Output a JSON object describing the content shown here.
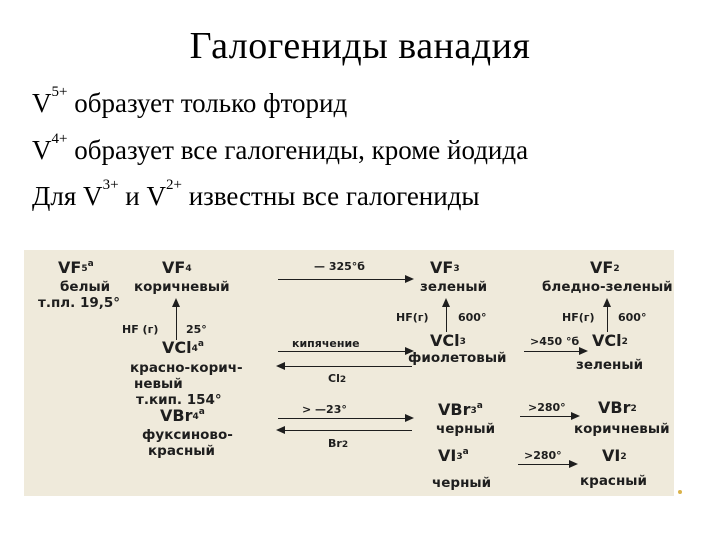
{
  "title": "Галогениды ванадия",
  "lines": [
    {
      "pre": "V",
      "sup": "5+",
      "text": " образует только фторид"
    },
    {
      "pre": "V",
      "sup": "4+",
      "text": " образует все галогениды, кроме йодида"
    },
    {
      "pre": "Для V",
      "sup": "3+",
      "mid": " и V",
      "sup2": "2+",
      "text": " известны все галогениды"
    }
  ],
  "scheme": {
    "vf5": {
      "f": "VF",
      "sub": "5",
      "sup": "a",
      "color": "белый",
      "tpl": "т.пл. 19,5°"
    },
    "vf4": {
      "f": "VF",
      "sub": "4",
      "color": "коричневый"
    },
    "vf3": {
      "f": "VF",
      "sub": "3",
      "color": "зеленый"
    },
    "vf2": {
      "f": "VF",
      "sub": "2",
      "color": "бледно-зеленый"
    },
    "arrow_vf4_vf3": "— 325°б",
    "hf_25": "HF (г)",
    "deg_25": "25°",
    "vcl4": {
      "f": "VCl",
      "sub": "4",
      "sup": "a",
      "color1": "красно-корич-",
      "color2": "невый",
      "tkip": "т.кип. 154°"
    },
    "hf_600a": "HF(г)",
    "deg_600a": "600°",
    "hf_600b": "HF(г)",
    "deg_600b": "600°",
    "boiling": "кипячение",
    "cl2": "Cl",
    "cl2_sub": "2",
    "vcl3": {
      "f": "VCl",
      "sub": "3",
      "color": "фиолетовый"
    },
    "arrow_vcl3_vcl2": ">450 °б",
    "vcl2": {
      "f": "VCl",
      "sub": "2",
      "color": "зеленый"
    },
    "vbr4": {
      "f": "VBr",
      "sub": "4",
      "sup": "a",
      "color1": "фуксиново-",
      "color2": "красный"
    },
    "arrow_vbr4_vbr3": "> —23°",
    "br2": "Br",
    "br2_sub": "2",
    "vbr3": {
      "f": "VBr",
      "sub": "3",
      "sup": "a",
      "color": "черный"
    },
    "arrow_vbr3_vbr2": ">280°",
    "vbr2": {
      "f": "VBr",
      "sub": "2",
      "color": "коричневый"
    },
    "vi3": {
      "f": "VI",
      "sub": "3",
      "sup": "a",
      "color": "черный"
    },
    "arrow_vi3_vi2": ">280°",
    "vi2": {
      "f": "VI",
      "sub": "2",
      "color": "красный"
    }
  }
}
